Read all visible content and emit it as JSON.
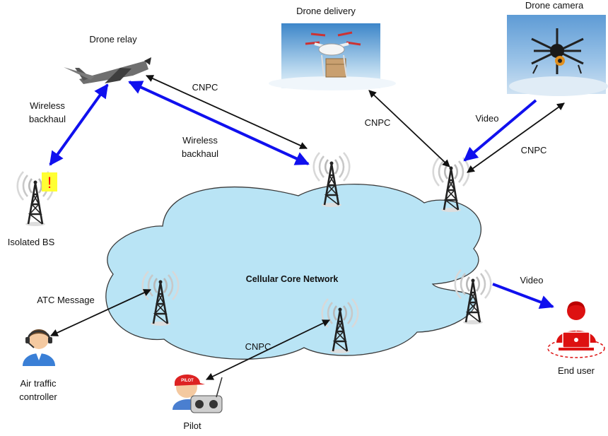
{
  "labels": {
    "drone_relay": "Drone relay",
    "drone_delivery": "Drone delivery",
    "drone_camera": "Drone camera",
    "cnpc_relay": "CNPC",
    "wireless_backhaul_left_1": "Wireless",
    "wireless_backhaul_left_2": "backhaul",
    "wireless_backhaul_mid_1": "Wireless",
    "wireless_backhaul_mid_2": "backhaul",
    "cnpc_delivery": "CNPC",
    "video_camera": "Video",
    "cnpc_camera": "CNPC",
    "isolated_bs": "Isolated BS",
    "core_network": "Cellular Core Network",
    "atc_message": "ATC Message",
    "video_end": "Video",
    "cnpc_pilot": "CNPC",
    "end_user": "End user",
    "atc_1": "Air traffic",
    "atc_2": "controller",
    "pilot": "Pilot",
    "warning": "!",
    "pilot_cap": "PILOT"
  },
  "colors": {
    "cloud_fill": "#b9e4f5",
    "cloud_stroke": "#3a3a3a",
    "wireless_link": "#1010ee",
    "control_link": "#111111",
    "warning_bg": "#ffff33",
    "warning_fg": "#ff0000",
    "end_user_red": "#dd1111",
    "atc_blue": "#3a7fd6"
  },
  "icons": [
    "cell-tower-icon",
    "drone-relay-plane-icon",
    "delivery-drone-photo",
    "camera-drone-photo",
    "air-traffic-controller-icon",
    "pilot-icon",
    "end-user-icon",
    "warning-icon"
  ]
}
